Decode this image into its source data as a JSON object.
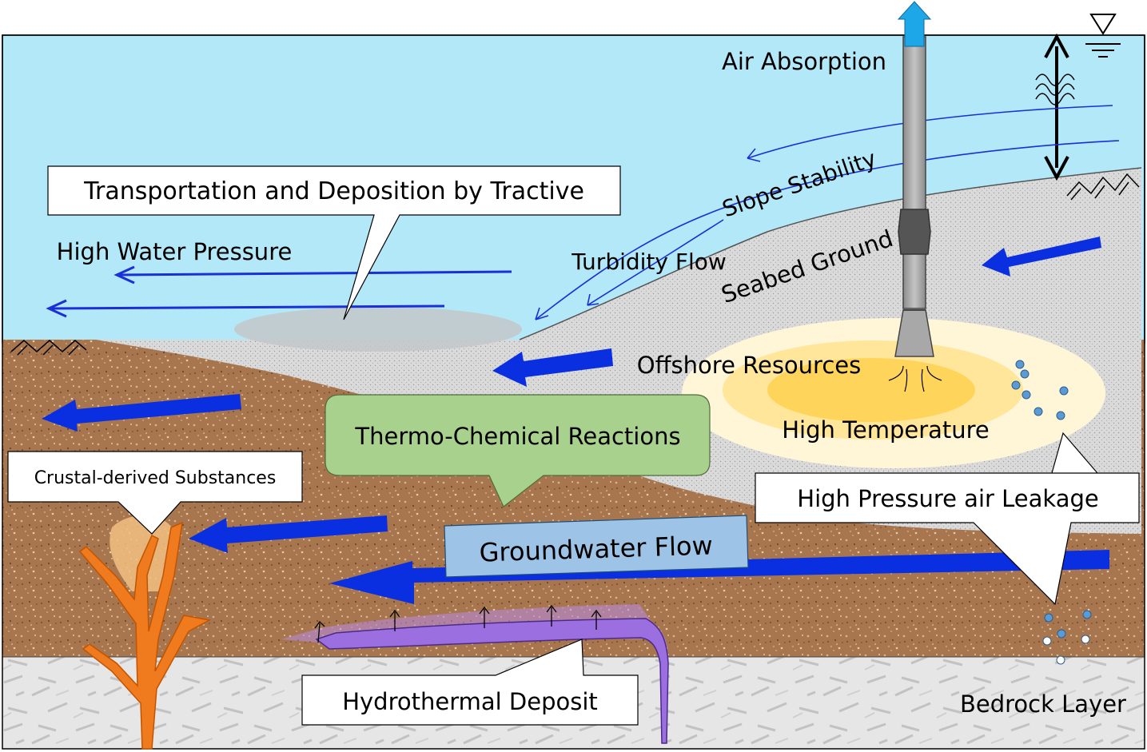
{
  "labels": {
    "air_absorption": "Air Absorption",
    "slope_stability": "Slope Stability",
    "transportation": "Transportation and Deposition by Tractive",
    "high_water_pressure": "High Water Pressure",
    "turbidity_flow": "Turbidity Flow",
    "seabed_ground": "Seabed Ground",
    "offshore_resources": "Offshore Resources",
    "thermo_chemical": "Thermo-Chemical Reactions",
    "high_temperature": "High Temperature",
    "crustal_substances": "Crustal-derived Substances",
    "high_pressure_leakage": "High Pressure air Leakage",
    "groundwater_flow": "Groundwater Flow",
    "hydrothermal_deposit": "Hydrothermal Deposit",
    "bedrock_layer": "Bedrock Layer"
  },
  "colors": {
    "sea": "#b3e8f8",
    "sediment": "#a8764e",
    "seabed": "#d6d6d6",
    "bedrock": "#e4e4e4",
    "flow_arrow": "#0a2fe0",
    "hydrothermal": "#b88ae6",
    "crustal": "#f07a1e",
    "green_box": "#a9d18e",
    "blue_box": "#9dc3e6",
    "pipe": "#a9a9a9",
    "upward_arrow": "#1ea7e8"
  }
}
